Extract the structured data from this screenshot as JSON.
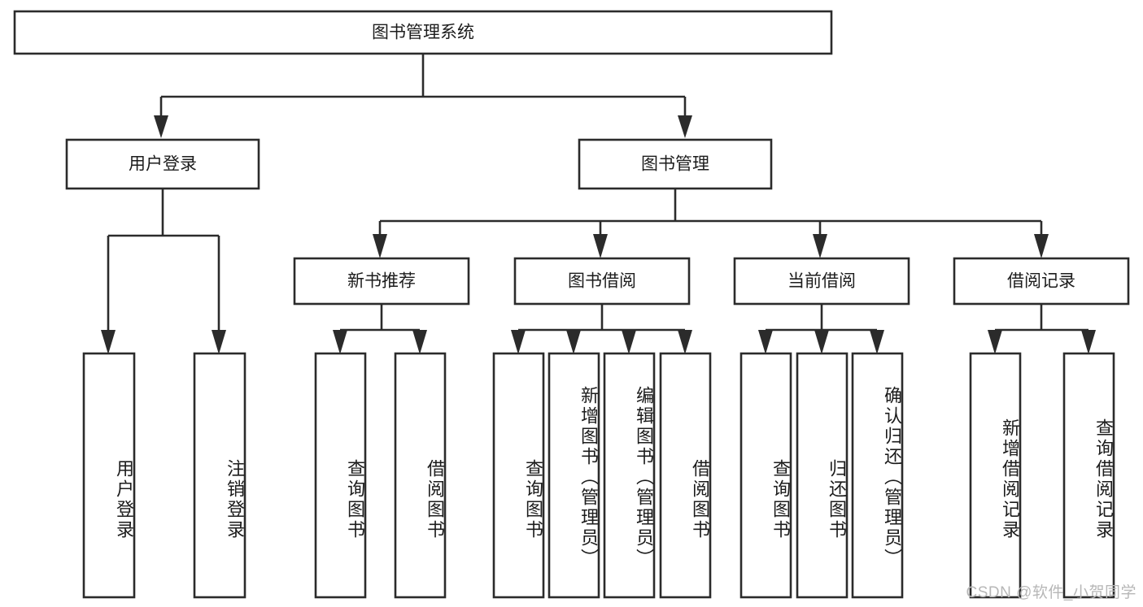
{
  "diagram": {
    "title": "图书管理系统",
    "type": "tree-hierarchy",
    "watermark": "CSDN @软件_小贺同学",
    "root": {
      "label": "图书管理系统"
    },
    "level2": [
      {
        "label": "用户登录"
      },
      {
        "label": "图书管理"
      }
    ],
    "level3": [
      {
        "label": "新书推荐"
      },
      {
        "label": "图书借阅"
      },
      {
        "label": "当前借阅"
      },
      {
        "label": "借阅记录"
      }
    ],
    "leaves": {
      "user_login": [
        {
          "label": "用户登录"
        },
        {
          "label": "注销登录"
        }
      ],
      "new_book_recommend": [
        {
          "label": "查询图书"
        },
        {
          "label": "借阅图书"
        }
      ],
      "book_borrow": [
        {
          "label": "查询图书"
        },
        {
          "label": "新增图书（管理员）"
        },
        {
          "label": "编辑图书（管理员）"
        },
        {
          "label": "借阅图书"
        }
      ],
      "current_borrow": [
        {
          "label": "查询图书"
        },
        {
          "label": "归还图书"
        },
        {
          "label": "确认归还（管理员）"
        }
      ],
      "borrow_record": [
        {
          "label": "新增借阅记录"
        },
        {
          "label": "查询借阅记录"
        }
      ]
    },
    "colors": {
      "stroke": "#2b2b2b",
      "fill": "#ffffff",
      "text": "#1c1c1c",
      "watermark": "#b7b7b7"
    }
  }
}
